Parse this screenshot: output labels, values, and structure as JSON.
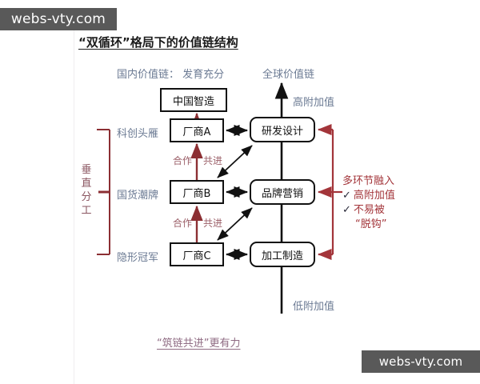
{
  "watermarks": {
    "top": "webs-vty.com",
    "bottom": "webs-vty.com"
  },
  "title": "“双循环”格局下的价值链结构",
  "headings": {
    "domestic_chain": "国内价值链： 发育充分",
    "global_chain": "全球价值链",
    "high_value_added": "高附加值",
    "low_value_added": "低附加值"
  },
  "left_column": {
    "top_box": "中国智造",
    "firms": [
      {
        "box": "厂商A",
        "label": "科创头雁"
      },
      {
        "box": "厂商B",
        "label": "国货潮牌"
      },
      {
        "box": "厂商C",
        "label": "隐形冠军"
      }
    ],
    "bracket_label": "垂直分工",
    "cooperation_labels": [
      {
        "left": "合作",
        "right": "共进"
      },
      {
        "left": "合作",
        "right": "共进"
      }
    ]
  },
  "right_column": {
    "stages": [
      "研发设计",
      "品牌营销",
      "加工制造"
    ]
  },
  "right_note": {
    "heading": "多环节融入",
    "items": [
      "高附加值",
      "不易被"
    ],
    "items_cont": "“脱钩”",
    "check_glyph": "✓"
  },
  "slogan": "“筑链共进”更有力",
  "colors": {
    "accent_red": "#a3353a",
    "dark_red_arrow": "#8c2f33",
    "grey_blue_text": "#6b7a93",
    "mauve_text": "#8e6a82",
    "black_box": "#111111",
    "watermark_bg": "#595959"
  }
}
